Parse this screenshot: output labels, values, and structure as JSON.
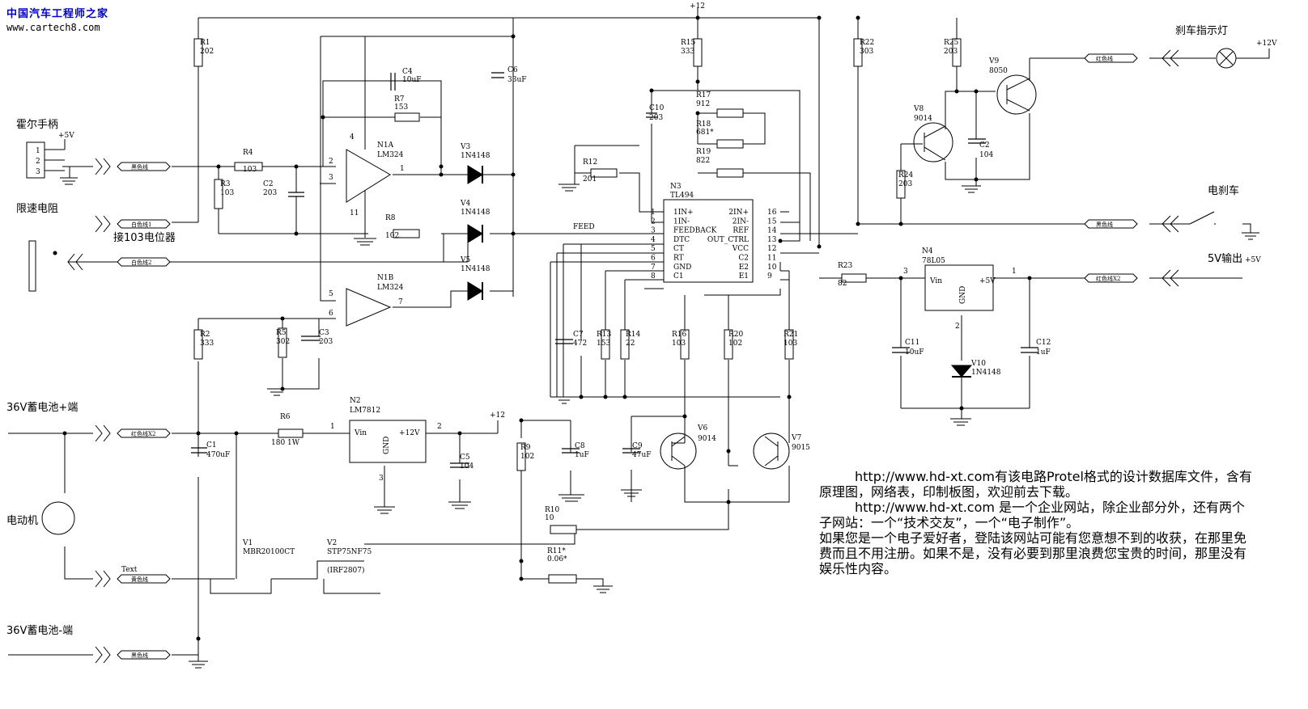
{
  "watermark": {
    "cn": "中国汽车工程师之家",
    "url": "www.cartech8.com"
  },
  "note": {
    "p1": "http://www.hd-xt.com有该电路Protel格式的设计数据库文件，含有原理图，网络表，印制板图，欢迎前去下载。",
    "p2": "http://www.hd-xt.com 是一个企业网站，除企业部分外，还有两个子网站：一个“技术交友”，一个“电子制作”。",
    "p3": "如果您是一个电子爱好者，登陆该网站可能有您意想不到的收获，在那里免费而且不用注册。如果不是，没有必要到那里浪费您宝贵的时间，那里没有娱乐性内容。"
  },
  "labels": {
    "hall": "霍尔手柄",
    "speed_limit": "限速电阻",
    "pot": "接103电位器",
    "bat_pos": "36V蓄电池+端",
    "bat_neg": "36V蓄电池-端",
    "motor": "电动机",
    "brake_lamp": "刹车指示灯",
    "ebrake": "电刹车",
    "out5v": "5V输出",
    "p5v": "+5V",
    "p12": "+12",
    "p12v": "+12V",
    "p5v_b": "+5V",
    "feed": "FEED",
    "text": "Text"
  },
  "wires": {
    "red": "红色线",
    "red2": "红色线X2",
    "blk": "黑色线",
    "wht": "白色线1",
    "wht2": "白色线2",
    "yel": "黄色线"
  },
  "hall_pins": [
    "1",
    "2",
    "3"
  ],
  "parts": {
    "R1": "R1",
    "R1v": "202",
    "R2": "R2",
    "R2v": "333",
    "R3": "R3",
    "R3v": "103",
    "R4": "R4",
    "R4v": "103",
    "R5": "R5",
    "R5v": "302",
    "R6": "R6",
    "R6v": "180 1W",
    "R7": "R7",
    "R7v": "153",
    "R8": "R8",
    "R8v": "102",
    "R9": "R9",
    "R9v": "102",
    "R10": "R10",
    "R10v": "10",
    "R11": "R11*",
    "R11v": "0.06*",
    "R12": "R12",
    "R12v": "201",
    "R13": "R13",
    "R13v": "153",
    "R14": "R14",
    "R14v": "22",
    "R15": "R15",
    "R15v": "333",
    "R16": "R16",
    "R16v": "103",
    "R17": "R17",
    "R17v": "912",
    "R18": "R18",
    "R18v": "681*",
    "R19": "R19",
    "R19v": "822",
    "R20": "R20",
    "R20v": "102",
    "R21": "R21",
    "R21v": "103",
    "R22": "R22",
    "R22v": "303",
    "R23": "R23",
    "R23v": "82",
    "R24": "R24",
    "R24v": "203",
    "R25": "R25",
    "R25v": "203",
    "C1": "C1",
    "C1v": "470uF",
    "C2": "C2",
    "C2v": "203",
    "C3": "C3",
    "C3v": "203",
    "C4": "C4",
    "C4v": "10uF",
    "C5": "C5",
    "C5v": "104",
    "C6": "C6",
    "C6v": "33uF",
    "C7": "C7",
    "C7v": "472",
    "C8": "C8",
    "C8v": "1uF",
    "C9": "C9",
    "C9v": "47uF",
    "C10": "C10",
    "C10v": "203",
    "C11": "C11",
    "C11v": "10uF",
    "C12": "C12",
    "C12v": "1uF",
    "C2b": "C2",
    "C2bv": "104",
    "V1": "V1",
    "V1v": "MBR20100CT",
    "V2": "V2",
    "V2v": "STP75NF75",
    "V2alt": "(IRF2807)",
    "V3": "V3",
    "V3v": "1N4148",
    "V4": "V4",
    "V4v": "1N4148",
    "V5": "V5",
    "V5v": "1N4148",
    "V6": "V6",
    "V6v": "9014",
    "V7": "V7",
    "V7v": "9015",
    "V8": "V8",
    "V8v": "9014",
    "V9": "V9",
    "V9v": "8050",
    "V10": "V10",
    "V10v": "1N4148",
    "N1A": "N1A",
    "N1B": "N1B",
    "LM324": "LM324",
    "N2": "N2",
    "N2v": "LM7812",
    "N3": "N3",
    "N3v": "TL494",
    "N4": "N4",
    "N4v": "78L05",
    "Vin": "Vin",
    "Vin2": "Vin",
    "GND": "GND",
    "GND2": "GND",
    "o12": "+12V",
    "o5": "+5V",
    "pin2": "2",
    "pin1": "1",
    "pin3": "3"
  },
  "tl494_left": [
    "1IN+",
    "1IN-",
    "FEEDBACK",
    "DTC",
    "CT",
    "RT",
    "GND",
    "C1"
  ],
  "tl494_right": [
    "2IN+",
    "2IN-",
    "REF",
    "OUT_CTRL",
    "VCC",
    "C2",
    "E2",
    "E1"
  ],
  "tl494_lnum": [
    "1",
    "2",
    "3",
    "4",
    "5",
    "6",
    "7",
    "8"
  ],
  "tl494_rnum": [
    "16",
    "15",
    "14",
    "13",
    "12",
    "11",
    "10",
    "9"
  ],
  "opamp_pins": {
    "a2": "2",
    "a3": "3",
    "a1": "1",
    "a4": "4",
    "a11": "11",
    "b5": "5",
    "b6": "6",
    "b7": "7"
  }
}
